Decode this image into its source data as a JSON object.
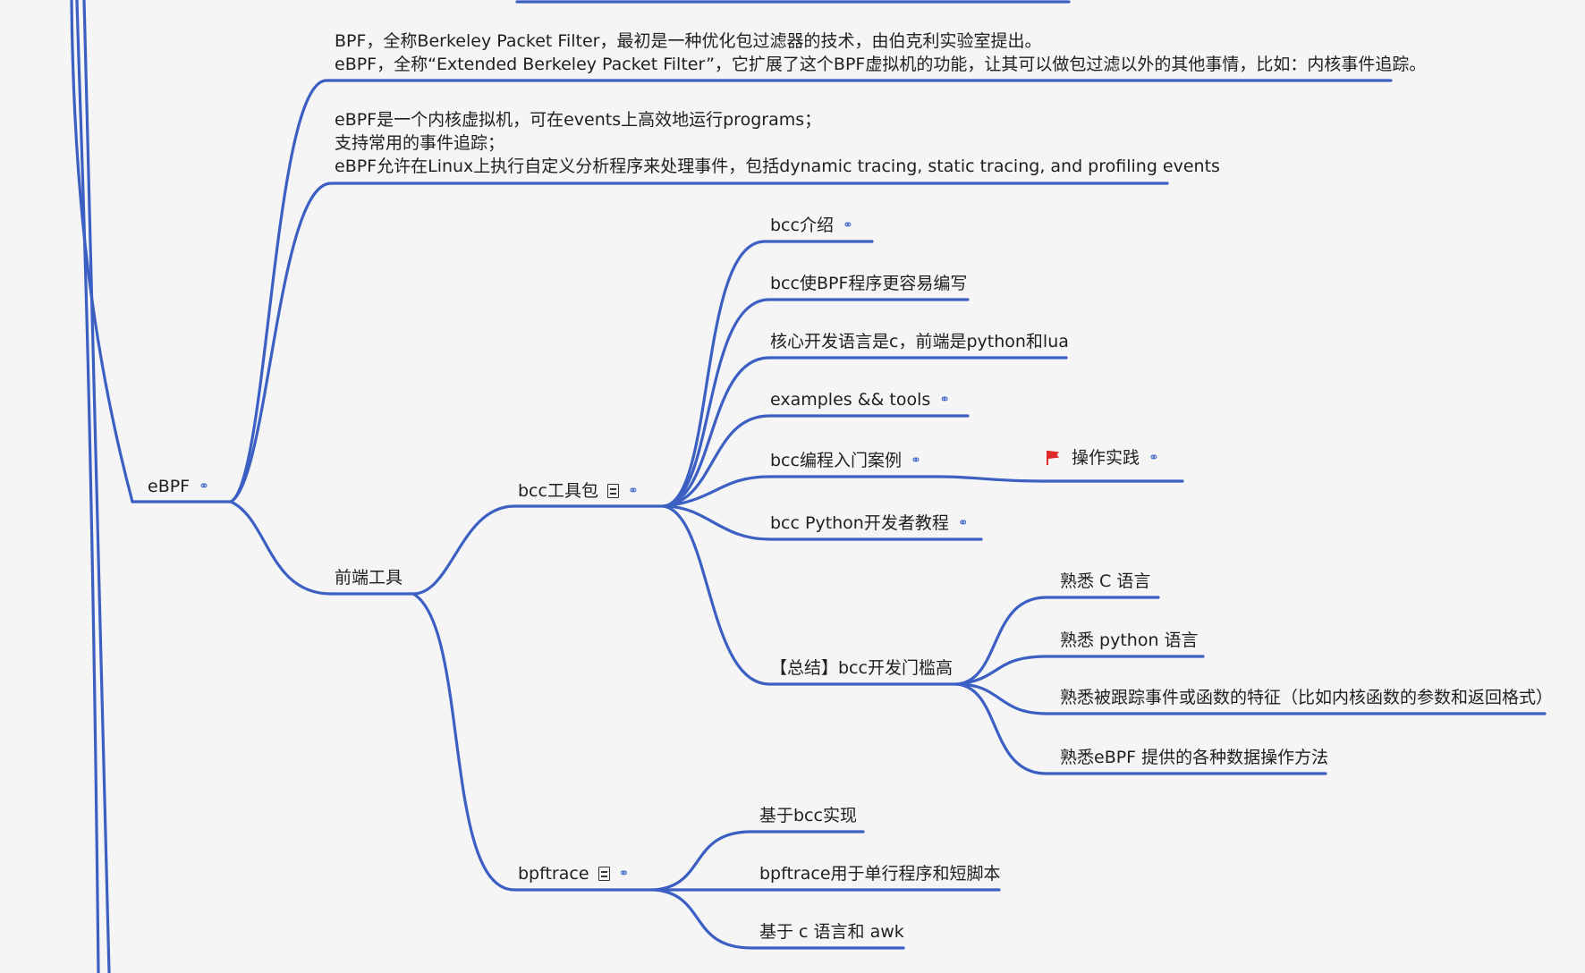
{
  "colors": {
    "line": "#3b5fc2",
    "flag": "#e02b2b",
    "background": "#f5f5f5"
  },
  "nodes": {
    "ebpf": {
      "label": "eBPF",
      "icons": [
        "link-icon"
      ]
    },
    "intro1": {
      "line1": "BPF，全称Berkeley Packet Filter，最初是一种优化包过滤器的技术，由伯克利实验室提出。",
      "line2": "eBPF，全称“Extended Berkeley Packet Filter”，它扩展了这个BPF虚拟机的功能，让其可以做包过滤以外的其他事情，比如：内核事件追踪。"
    },
    "intro2": {
      "line1": "eBPF是一个内核虚拟机，可在events上高效地运行programs；",
      "line2": "支持常用的事件追踪；",
      "line3": "eBPF允许在Linux上执行自定义分析程序来处理事件，包括dynamic tracing, static tracing, and profiling events"
    },
    "frontend": {
      "label": "前端工具"
    },
    "bcc": {
      "label": "bcc工具包",
      "icons": [
        "note-icon",
        "link-icon"
      ]
    },
    "bcc_intro": {
      "label": "bcc介绍",
      "icons": [
        "link-icon"
      ]
    },
    "bcc_easy": {
      "label": "bcc使BPF程序更容易编写"
    },
    "bcc_lang": {
      "label": "核心开发语言是c，前端是python和lua"
    },
    "bcc_examples": {
      "label": "examples && tools",
      "icons": [
        "link-icon"
      ]
    },
    "bcc_cases": {
      "label": "bcc编程入门案例",
      "icons": [
        "link-icon"
      ]
    },
    "practice": {
      "label": "操作实践",
      "icons": [
        "flag-icon",
        "link-icon"
      ]
    },
    "bcc_python": {
      "label": "bcc Python开发者教程",
      "icons": [
        "link-icon"
      ]
    },
    "summary": {
      "label": "【总结】bcc开发门槛高"
    },
    "sum_c": {
      "label": "熟悉 C 语言"
    },
    "sum_py": {
      "label": "熟悉 python 语言"
    },
    "sum_trace": {
      "label": "熟悉被跟踪事件或函数的特征（比如内核函数的参数和返回格式）"
    },
    "sum_ops": {
      "label": "熟悉eBPF 提供的各种数据操作方法"
    },
    "bpftrace": {
      "label": "bpftrace",
      "icons": [
        "note-icon",
        "link-icon"
      ]
    },
    "bt_bcc": {
      "label": "基于bcc实现"
    },
    "bt_oneliner": {
      "label": "bpftrace用于单行程序和短脚本"
    },
    "bt_awk": {
      "label": "基于 c 语言和 awk"
    }
  }
}
